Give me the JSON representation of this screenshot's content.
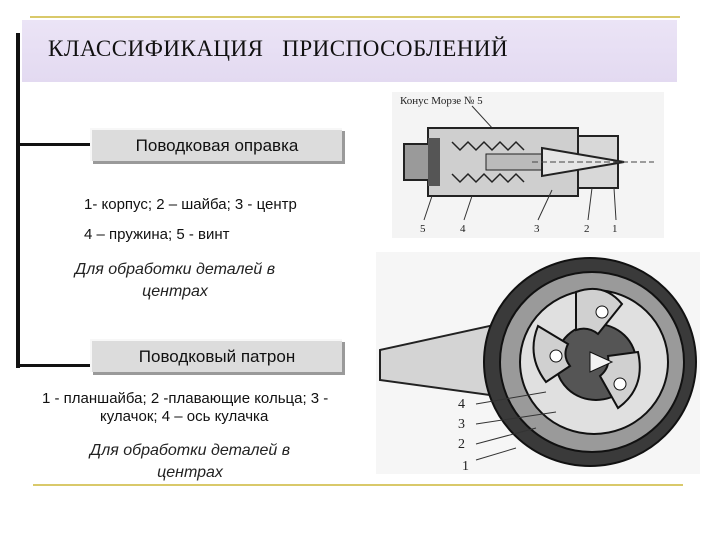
{
  "title": "КЛАССИФИКАЦИЯ   ПРИСПОСОБЛЕНИЙ",
  "section1": {
    "heading": "Поводковая оправка",
    "parts_line1": "1- корпус;  2 – шайба; 3 - центр",
    "parts_line2": "4 – пружина;  5 -  винт",
    "purpose_line1": "Для обработки деталей в",
    "purpose_line2": "центрах"
  },
  "section2": {
    "heading": "Поводковый патрон",
    "parts_line1": "1 - планшайба; 2 -плавающие кольца; 3 -",
    "parts_line2": "кулачок;  4 – ось кулачка",
    "purpose_line1": "Для  обработки деталей в",
    "purpose_line2": "центрах"
  },
  "figure1": {
    "caption": "Конус Морзе № 5",
    "callouts": [
      "5",
      "4",
      "3",
      "2",
      "1"
    ]
  },
  "figure2": {
    "callouts": [
      "4",
      "3",
      "2",
      "1"
    ]
  },
  "colors": {
    "title_bg": "#e8e0f4",
    "rule_line": "#d9c96a",
    "label_box_bg": "#dcdcdc"
  }
}
